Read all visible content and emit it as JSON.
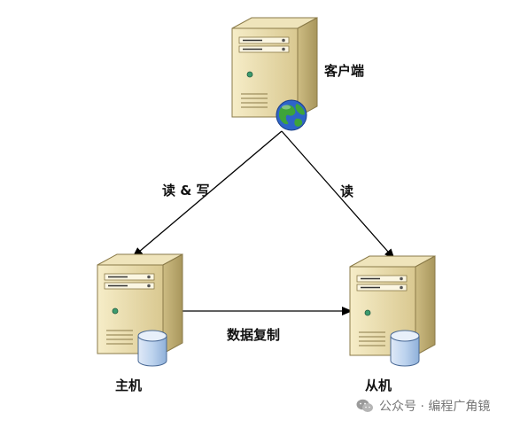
{
  "nodes": {
    "client": {
      "label": "客户端"
    },
    "master": {
      "label": "主机"
    },
    "slave": {
      "label": "从机"
    }
  },
  "edges": {
    "client_to_master": {
      "label": "读 & 写"
    },
    "client_to_slave": {
      "label": "读"
    },
    "master_to_slave": {
      "label": "数据复制"
    }
  },
  "watermark": {
    "text": "公众号 · 编程广角镜"
  },
  "colors": {
    "server_body": "#e9dcae",
    "server_shade": "#c8b77d",
    "arrow": "#000000",
    "database": "#b9d0ec",
    "globe_ocean": "#2e64c8",
    "globe_land": "#3ea43a"
  }
}
